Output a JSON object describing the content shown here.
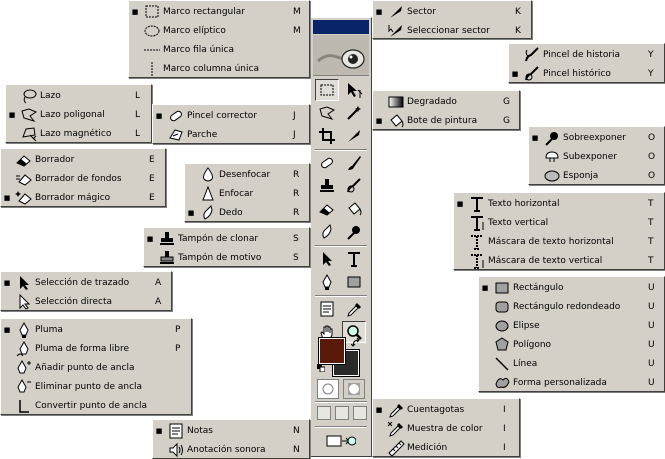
{
  "marquee": {
    "items": [
      {
        "label": "Marco rectangular",
        "key": "M",
        "active": true,
        "icon": "rect-marquee-icon"
      },
      {
        "label": "Marco elíptico",
        "key": "M",
        "active": false,
        "icon": "ellipse-marquee-icon"
      },
      {
        "label": "Marco fila única",
        "key": "",
        "active": false,
        "icon": "single-row-marquee-icon"
      },
      {
        "label": "Marco columna única",
        "key": "",
        "active": false,
        "icon": "single-column-marquee-icon"
      }
    ]
  },
  "slice": {
    "items": [
      {
        "label": "Sector",
        "key": "K",
        "active": true,
        "icon": "slice-icon"
      },
      {
        "label": "Seleccionar sector",
        "key": "K",
        "active": false,
        "icon": "slice-select-icon"
      }
    ]
  },
  "history": {
    "items": [
      {
        "label": "Pincel de historia",
        "key": "Y",
        "active": false,
        "icon": "history-brush-icon"
      },
      {
        "label": "Pincel histórico",
        "key": "Y",
        "active": true,
        "icon": "art-history-brush-icon"
      }
    ]
  },
  "lasso": {
    "items": [
      {
        "label": "Lazo",
        "key": "L",
        "active": false,
        "icon": "lasso-icon"
      },
      {
        "label": "Lazo poligonal",
        "key": "L",
        "active": true,
        "icon": "polygonal-lasso-icon"
      },
      {
        "label": "Lazo magnético",
        "key": "L",
        "active": false,
        "icon": "magnetic-lasso-icon"
      }
    ]
  },
  "gradient": {
    "items": [
      {
        "label": "Degradado",
        "key": "G",
        "active": false,
        "icon": "gradient-icon"
      },
      {
        "label": "Bote de pintura",
        "key": "G",
        "active": true,
        "icon": "paint-bucket-icon"
      }
    ]
  },
  "healing": {
    "items": [
      {
        "label": "Pincel corrector",
        "key": "J",
        "active": true,
        "icon": "healing-brush-icon"
      },
      {
        "label": "Parche",
        "key": "J",
        "active": false,
        "icon": "patch-icon"
      }
    ]
  },
  "dodge": {
    "items": [
      {
        "label": "Sobreexponer",
        "key": "O",
        "active": true,
        "icon": "dodge-icon"
      },
      {
        "label": "Subexponer",
        "key": "O",
        "active": false,
        "icon": "burn-icon"
      },
      {
        "label": "Esponja",
        "key": "O",
        "active": false,
        "icon": "sponge-icon"
      }
    ]
  },
  "eraser": {
    "items": [
      {
        "label": "Borrador",
        "key": "E",
        "active": false,
        "icon": "eraser-icon"
      },
      {
        "label": "Borrador de fondos",
        "key": "E",
        "active": false,
        "icon": "background-eraser-icon"
      },
      {
        "label": "Borrador mágico",
        "key": "E",
        "active": true,
        "icon": "magic-eraser-icon"
      }
    ]
  },
  "blur": {
    "items": [
      {
        "label": "Desenfocar",
        "key": "R",
        "active": false,
        "icon": "blur-icon"
      },
      {
        "label": "Enfocar",
        "key": "R",
        "active": false,
        "icon": "sharpen-icon"
      },
      {
        "label": "Dedo",
        "key": "R",
        "active": true,
        "icon": "smudge-icon"
      }
    ]
  },
  "type": {
    "items": [
      {
        "label": "Texto horizontal",
        "key": "T",
        "active": true,
        "icon": "horizontal-type-icon"
      },
      {
        "label": "Texto vertical",
        "key": "T",
        "active": false,
        "icon": "vertical-type-icon"
      },
      {
        "label": "Máscara de texto horizontal",
        "key": "T",
        "active": false,
        "icon": "horizontal-type-mask-icon"
      },
      {
        "label": "Máscara de texto vertical",
        "key": "T",
        "active": false,
        "icon": "vertical-type-mask-icon"
      }
    ]
  },
  "stamp": {
    "items": [
      {
        "label": "Tampón de clonar",
        "key": "S",
        "active": true,
        "icon": "clone-stamp-icon"
      },
      {
        "label": "Tampón de motivo",
        "key": "S",
        "active": false,
        "icon": "pattern-stamp-icon"
      }
    ]
  },
  "path_select": {
    "items": [
      {
        "label": "Selección de trazado",
        "key": "A",
        "active": true,
        "icon": "path-selection-icon"
      },
      {
        "label": "Selección directa",
        "key": "A",
        "active": false,
        "icon": "direct-selection-icon"
      }
    ]
  },
  "shapes": {
    "items": [
      {
        "label": "Rectángulo",
        "key": "U",
        "active": true,
        "icon": "rectangle-shape-icon"
      },
      {
        "label": "Rectángulo redondeado",
        "key": "U",
        "active": false,
        "icon": "rounded-rectangle-icon"
      },
      {
        "label": "Elipse",
        "key": "U",
        "active": false,
        "icon": "ellipse-shape-icon"
      },
      {
        "label": "Polígono",
        "key": "U",
        "active": false,
        "icon": "polygon-shape-icon"
      },
      {
        "label": "Línea",
        "key": "U",
        "active": false,
        "icon": "line-shape-icon"
      },
      {
        "label": "Forma personalizada",
        "key": "U",
        "active": false,
        "icon": "custom-shape-icon"
      }
    ]
  },
  "pen": {
    "items": [
      {
        "label": "Pluma",
        "key": "P",
        "active": true,
        "icon": "pen-icon"
      },
      {
        "label": "Pluma de forma libre",
        "key": "P",
        "active": false,
        "icon": "freeform-pen-icon"
      },
      {
        "label": "Añadir punto de ancla",
        "key": "",
        "active": false,
        "icon": "add-anchor-icon"
      },
      {
        "label": "Eliminar punto de ancla",
        "key": "",
        "active": false,
        "icon": "delete-anchor-icon"
      },
      {
        "label": "Convertir punto de ancla",
        "key": "",
        "active": false,
        "icon": "convert-anchor-icon"
      }
    ]
  },
  "eyedropper": {
    "items": [
      {
        "label": "Cuentagotas",
        "key": "I",
        "active": true,
        "icon": "eyedropper-icon"
      },
      {
        "label": "Muestra de color",
        "key": "I",
        "active": false,
        "icon": "color-sampler-icon"
      },
      {
        "label": "Medición",
        "key": "I",
        "active": false,
        "icon": "measure-icon"
      }
    ]
  },
  "notes": {
    "items": [
      {
        "label": "Notas",
        "key": "N",
        "active": true,
        "icon": "notes-icon"
      },
      {
        "label": "Anotación sonora",
        "key": "N",
        "active": false,
        "icon": "audio-annotation-icon"
      }
    ]
  },
  "colors": {
    "foreground": "#5a1a0a",
    "background": "#2a2a2a",
    "titlebar": "#0a246a",
    "panel": "#d4d0c8"
  }
}
